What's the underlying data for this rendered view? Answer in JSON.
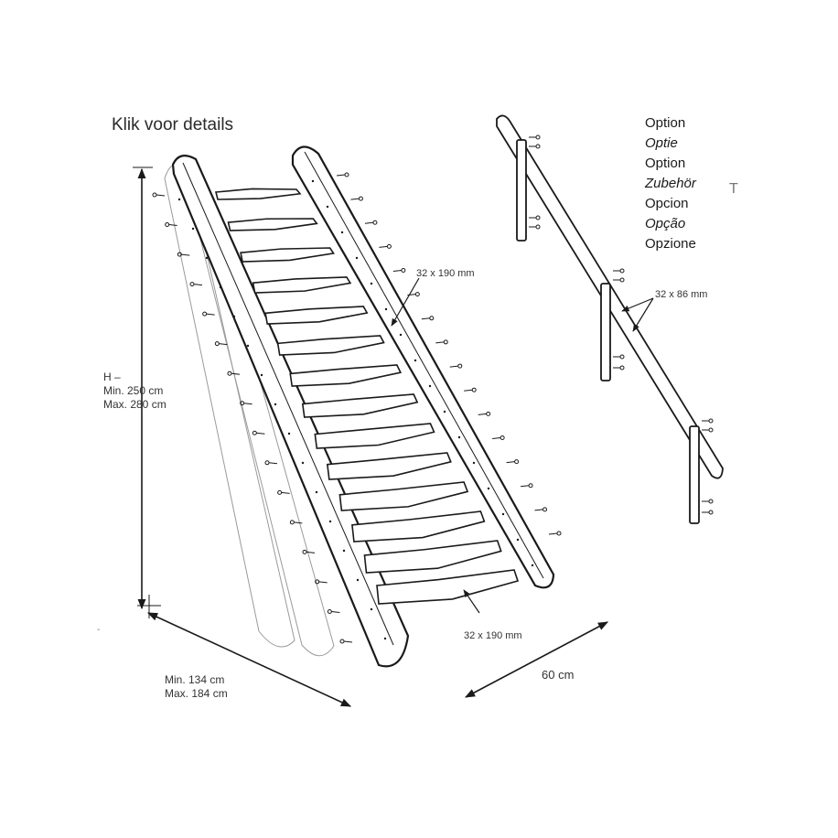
{
  "title_link": "Klik voor details",
  "dimensions": {
    "height_label": "H –",
    "height_min": "Min. 250 cm",
    "height_max": "Max. 280 cm",
    "run_min": "Min. 134 cm",
    "run_max": "Max. 184 cm",
    "stair_width": "60 cm",
    "stringer_size": "32 x 190 mm",
    "tread_size": "32 x 190 mm",
    "handrail_size": "32 x 86 mm"
  },
  "options": [
    {
      "label": "Option",
      "italic": false
    },
    {
      "label": "Optie",
      "italic": true
    },
    {
      "label": "Option",
      "italic": false
    },
    {
      "label": "Zubehör",
      "italic": true
    },
    {
      "label": "Opcion",
      "italic": false
    },
    {
      "label": "Opção",
      "italic": true
    },
    {
      "label": "Opzione",
      "italic": false
    }
  ],
  "stray_marks": {
    "mark_right": "T",
    "mark_left": "-"
  },
  "colors": {
    "line": "#1a1a1a",
    "ghost_line": "#9a9a9a",
    "background": "#ffffff"
  }
}
